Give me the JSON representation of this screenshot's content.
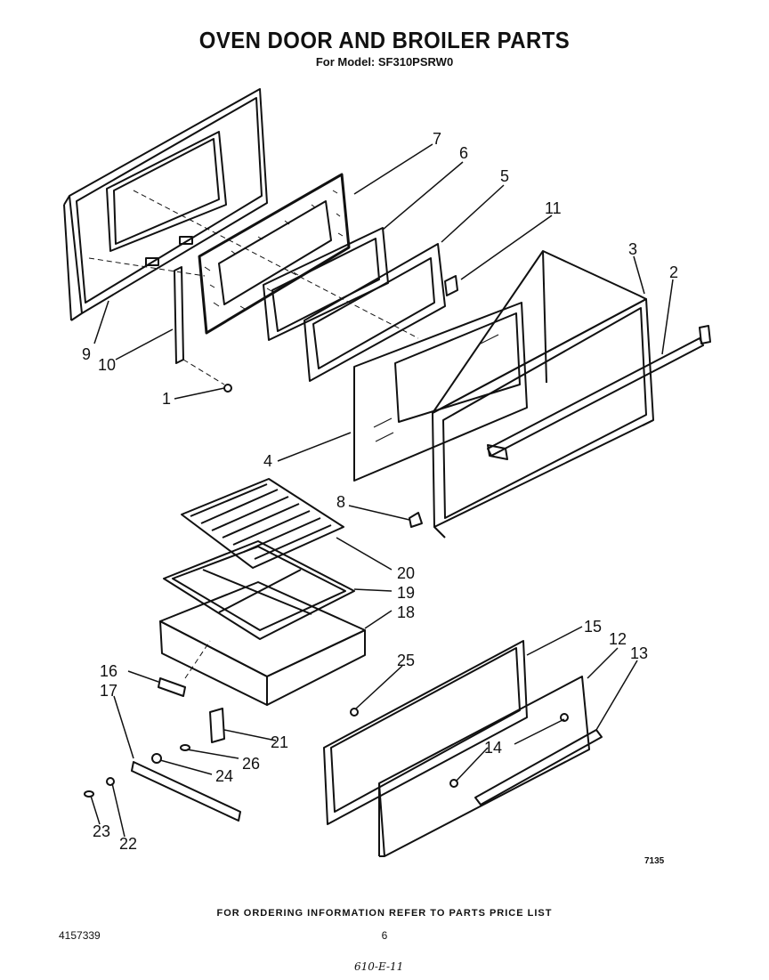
{
  "title": "OVEN DOOR AND BROILER PARTS",
  "subtitle": "For Model: SF310PSRW0",
  "diagram_code": "7135",
  "footer": {
    "ordering": "FOR ORDERING INFORMATION REFER TO PARTS PRICE LIST",
    "part_number": "4157339",
    "page": "6",
    "handwritten": "610-E-11"
  },
  "callouts": [
    "1",
    "2",
    "3",
    "4",
    "5",
    "6",
    "7",
    "8",
    "9",
    "10",
    "11",
    "12",
    "13",
    "14",
    "15",
    "16",
    "17",
    "20",
    "19",
    "18",
    "25",
    "21",
    "26",
    "24",
    "23",
    "22"
  ]
}
